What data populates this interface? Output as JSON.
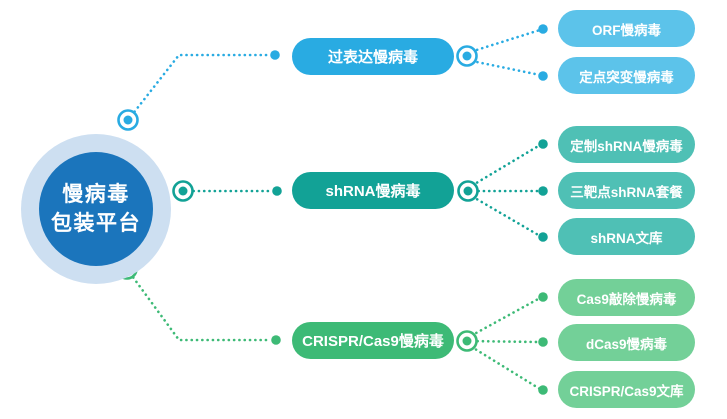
{
  "diagram": {
    "hub": {
      "line1": "慢病毒",
      "line2": "包装平台"
    },
    "branches": [
      {
        "label": "过表达慢病毒",
        "children": [
          "ORF慢病毒",
          "定点突变慢病毒"
        ]
      },
      {
        "label": "shRNA慢病毒",
        "children": [
          "定制shRNA慢病毒",
          "三靶点shRNA套餐",
          "shRNA文库"
        ]
      },
      {
        "label": "CRISPR/Cas9慢病毒",
        "children": [
          "Cas9敲除慢病毒",
          "dCas9慢病毒",
          "CRISPR/Cas9文库"
        ]
      }
    ],
    "palette": {
      "hub_outer_ring": "#CDDFF1",
      "hub_inner_circle": "#1B75BC",
      "branch_blue": "#29ABE2",
      "leaf_blue": "#5CC3EA",
      "branch_teal": "#12A296",
      "leaf_teal": "#4FC0B5",
      "branch_green": "#3DBA76",
      "leaf_green": "#73D098",
      "text": "#FFFFFF"
    }
  }
}
